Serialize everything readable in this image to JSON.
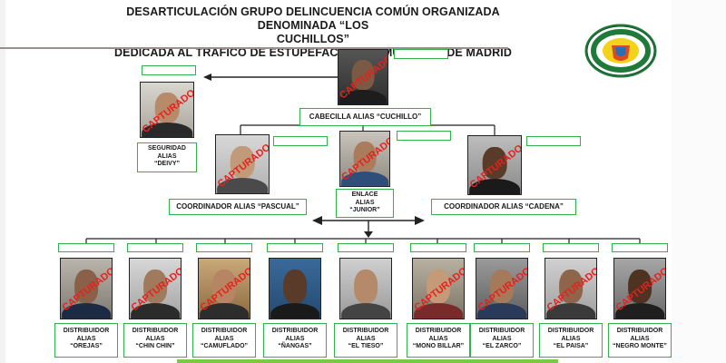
{
  "title": {
    "line1": "DESARTICULACIÓN GRUPO DELINCUENCIA COMÚN ORGANIZADA DENOMINADA “LOS",
    "line2": "CUCHILLOS”",
    "line3": "DEDICADA AL TRAFICO DE ESTUPEFACIENTES MUNICIPIO DE MADRID"
  },
  "stamp": "CAPTURADO",
  "seal": {
    "name": "police-seal",
    "colors": {
      "ring": "#1f7a3a",
      "center": "#f2d21b",
      "accent": "#d6281f"
    }
  },
  "leader": {
    "label": "CABECILLA ALIAS “CUCHILLO”",
    "captured": true
  },
  "security": {
    "line1": "SEGURIDAD",
    "line2": "ALIAS",
    "line3": "“DEIVY”",
    "captured": true
  },
  "coordinator_left": {
    "label": "COORDINADOR ALIAS “PASCUAL”",
    "captured": true
  },
  "link": {
    "line1": "ENLACE",
    "line2": "ALIAS",
    "line3": "“JUNIOR”",
    "captured": true
  },
  "coordinator_right": {
    "label": "COORDINADOR  ALIAS “CADENA”",
    "captured": true
  },
  "distributors": [
    {
      "line1": "DISTRIBUIDOR",
      "line2": "ALIAS",
      "line3": "“OREJAS”",
      "captured": true
    },
    {
      "line1": "DISTRIBUIDOR",
      "line2": "ALIAS",
      "line3": "“CHIN CHIN”",
      "captured": true
    },
    {
      "line1": "DISTRIBUIDOR",
      "line2": "ALIAS",
      "line3": "“CAMUFLADO”",
      "captured": true
    },
    {
      "line1": "DISTRIBUIDOR",
      "line2": "ALIAS",
      "line3": "“ÑANGAS”",
      "captured": false
    },
    {
      "line1": "DISTRIBUIDOR",
      "line2": "ALIAS",
      "line3": "“EL TIESO”",
      "captured": false
    },
    {
      "line1": "DISTRIBUIDOR",
      "line2": "ALIAS",
      "line3": "“MONO BILLAR”",
      "captured": true
    },
    {
      "line1": "DISTRIBUIDOR",
      "line2": "ALIAS",
      "line3": "“EL ZARCO”",
      "captured": true
    },
    {
      "line1": "DISTRIBUIDOR",
      "line2": "ALIAS",
      "line3": "“EL PAISA”",
      "captured": true
    },
    {
      "line1": "DISTRIBUIDOR",
      "line2": "ALIAS",
      "line3": "“NEGRO MONTE”",
      "captured": true
    }
  ]
}
